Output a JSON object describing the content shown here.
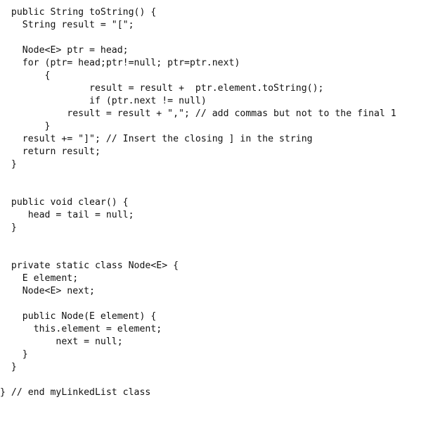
{
  "code": {
    "language": "Java",
    "lines": [
      "  public String toString() {",
      "    String result = \"[\";",
      "",
      "    Node<E> ptr = head;",
      "    for (ptr= head;ptr!=null; ptr=ptr.next)",
      "        {",
      "                result = result +  ptr.element.toString();",
      "                if (ptr.next != null)",
      "            result = result + \",\"; // add commas but not to the final 1",
      "        }",
      "    result += \"]\"; // Insert the closing ] in the string",
      "    return result;",
      "  }",
      "",
      "",
      "  public void clear() {",
      "     head = tail = null;",
      "  }",
      "",
      "",
      "  private static class Node<E> {",
      "    E element;",
      "    Node<E> next;",
      "",
      "    public Node(E element) {",
      "      this.element = element;",
      "          next = null;",
      "    }",
      "  }",
      "",
      "} // end myLinkedList class"
    ]
  }
}
